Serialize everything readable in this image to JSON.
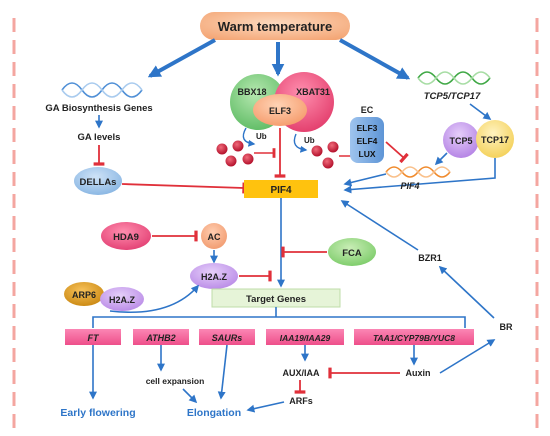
{
  "title": "Warm temperature",
  "nodes": {
    "ga_genes": "GA Biosynthesis Genes",
    "ga_levels": "GA levels",
    "dellas": "DELLAs",
    "bbx18": "BBX18",
    "xbat31": "XBAT31",
    "elf3": "ELF3",
    "ub_left": "Ub",
    "ub_right": "Ub",
    "ec_title": "EC",
    "ec_items": [
      "ELF3",
      "ELF4",
      "LUX"
    ],
    "tcp_genes": "TCP5/TCP17",
    "tcp5": "TCP5",
    "tcp17": "TCP17",
    "pif4_gene": "PIF4",
    "pif4": "PIF4",
    "hda9": "HDA9",
    "ac": "AC",
    "fca": "FCA",
    "h2az_center": "H2A.Z",
    "arp6": "ARP6",
    "h2az_left": "H2A.Z",
    "bzr1": "BZR1",
    "target_genes": "Target Genes",
    "br": "BR",
    "genes": [
      "FT",
      "ATHB2",
      "SAURs",
      "IAA19/IAA29",
      "TAA1/CYP79B/YUC8"
    ],
    "cell_expansion": "cell expansion",
    "aux_iaa": "AUX/IAA",
    "auxin": "Auxin",
    "arfs": "ARFs",
    "early_flowering": "Early flowering",
    "elongation": "Elongation"
  },
  "colors": {
    "arrow_blue": "#2E75C8",
    "inhibit_red": "#E0303A",
    "warm_orange": "#F7B487",
    "pink_gene": "#F7699E",
    "pif4_yellow": "#FFC20E",
    "target_green": "#E6F4D8",
    "outcome_blue": "#2E75C8",
    "border_pink": "#F4A6A0"
  }
}
